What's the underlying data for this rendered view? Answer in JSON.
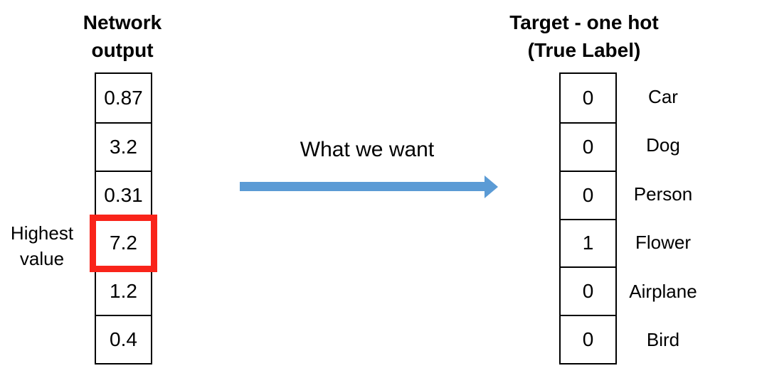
{
  "network_output": {
    "title_line1": "Network",
    "title_line2": "output",
    "values": [
      "0.87",
      "3.2",
      "0.31",
      "7.2",
      "1.2",
      "0.4"
    ],
    "highlighted_index": 3,
    "highlight_color": "#f9241a",
    "annotation_line1": "Highest",
    "annotation_line2": "value"
  },
  "arrow": {
    "label": "What we want",
    "color": "#5b9bd5"
  },
  "target": {
    "title_line1": "Target - one hot",
    "title_line2": "(True Label)",
    "rows": [
      {
        "value": "0",
        "label": "Car"
      },
      {
        "value": "0",
        "label": "Dog"
      },
      {
        "value": "0",
        "label": "Person"
      },
      {
        "value": "1",
        "label": "Flower"
      },
      {
        "value": "0",
        "label": "Airplane"
      },
      {
        "value": "0",
        "label": "Bird"
      }
    ]
  }
}
